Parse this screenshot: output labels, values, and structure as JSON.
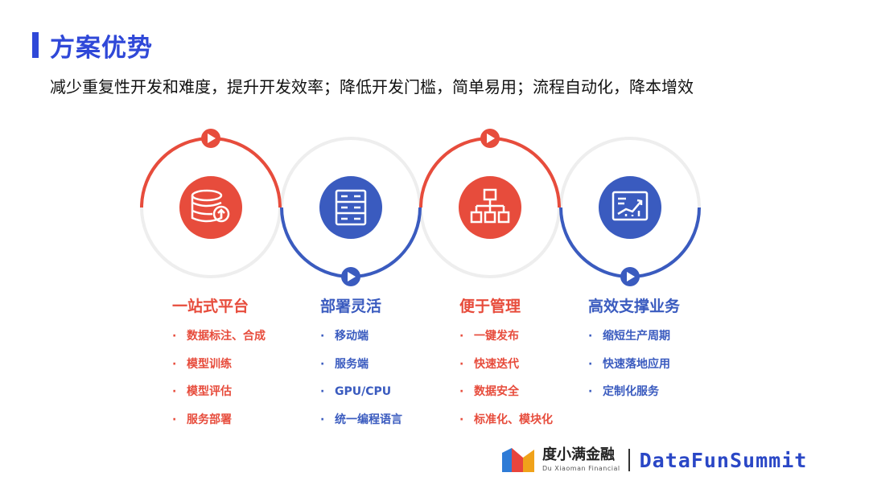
{
  "header": {
    "title": "方案优势",
    "subtitle": "减少重复性开发和难度，提升开发效率；降低开发门槛，简单易用；流程自动化，降本增效"
  },
  "colors": {
    "red": "#e74c3c",
    "blue": "#3a5bbf",
    "ring_gray": "#eeeeee",
    "title_blue": "#2f48d8"
  },
  "steps": [
    {
      "title": "一站式平台",
      "icon": "database-upload-icon",
      "color": "red",
      "items": [
        "数据标注、合成",
        "模型训练",
        "模型评估",
        "服务部署"
      ]
    },
    {
      "title": "部署灵活",
      "icon": "server-rack-icon",
      "color": "blue",
      "items": [
        "移动端",
        "服务端",
        "GPU/CPU",
        "统一编程语言"
      ]
    },
    {
      "title": "便于管理",
      "icon": "hierarchy-icon",
      "color": "red",
      "items": [
        "一键发布",
        "快速迭代",
        "数据安全",
        "标准化、模块化"
      ]
    },
    {
      "title": "高效支撑业务",
      "icon": "growth-chart-icon",
      "color": "blue",
      "items": [
        "缩短生产周期",
        "快速落地应用",
        "定制化服务"
      ]
    }
  ],
  "footer": {
    "brand_cn": "度小满金融",
    "brand_en": "Du Xiaoman Financial",
    "summit": "DataFunSummit"
  }
}
